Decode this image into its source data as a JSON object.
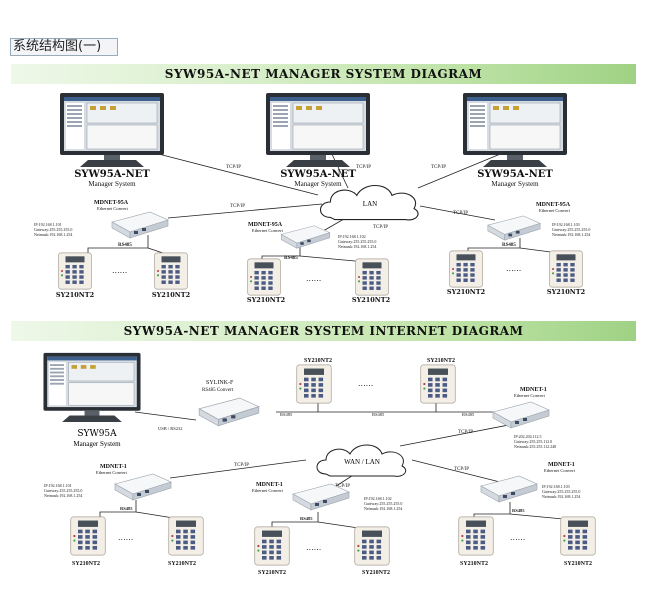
{
  "page_title": "系统结构图(一)",
  "diagram1": {
    "banner": "SYW95A-NET MANAGER SYSTEM DIAGRAM",
    "pc_title": "SYW95A-NET",
    "pc_subtitle": "Manager System",
    "lan": "LAN",
    "tcpip": "TCP/IP",
    "converter_title": "MDNET-95A",
    "converter_subtitle": "Ethernet Convert",
    "bus": "RS485",
    "device": "SY210NT2",
    "dots": "......",
    "net_left": [
      "IP:192.168.1.101",
      "Gateway:255.255.255.0",
      "Netmask:192.168.1.254"
    ],
    "net_mid": [
      "IP:192.168.1.102",
      "Gateway:255.255.255.0",
      "Netmask:192.168.1.254"
    ],
    "net_right": [
      "IP:192.168.1.103",
      "Gateway:255.255.255.0",
      "Netmask:192.168.1.254"
    ]
  },
  "diagram2": {
    "banner": "SYW95A-NET MANAGER SYSTEM INTERNET DIAGRAM",
    "pc_title": "SYW95A",
    "pc_subtitle": "Manager System",
    "sylink_title": "SYLINK-F",
    "sylink_subtitle": "RS485 Convert",
    "usb": "USB / RS232",
    "wan": "WAN / LAN",
    "tcpip": "TCP/IP",
    "converter_title": "MDNET-1",
    "converter_subtitle": "Ethernet Convert",
    "bus": "RS485",
    "device": "SY210NT2",
    "dots": "......",
    "net_top": [
      "IP:202.204.112.5",
      "Gateway:255.255.112.0",
      "Netmask:255.255.112.248"
    ],
    "net_left": [
      "IP:192.168.1.101",
      "Gateway:255.255.255.0",
      "Netmask:192.168.1.254"
    ],
    "net_mid": [
      "IP:192.168.1.102",
      "Gateway:255.255.255.0",
      "Netmask:192.168.1.254"
    ],
    "net_right": [
      "IP:192.168.1.103",
      "Gateway:255.255.255.0",
      "Netmask:192.168.1.254"
    ]
  }
}
